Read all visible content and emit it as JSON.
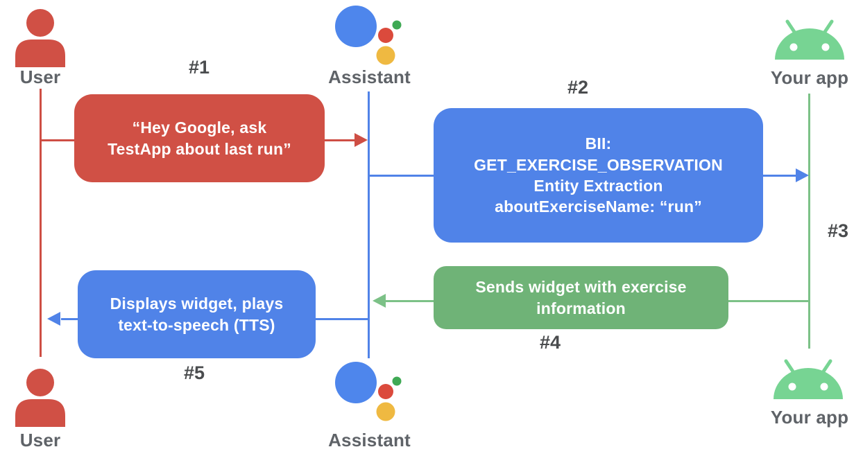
{
  "diagram": {
    "type": "sequence-diagram",
    "actors": {
      "user": {
        "label": "User",
        "icon": "person-icon",
        "color": "#d05045"
      },
      "assistant": {
        "label": "Assistant",
        "icon": "google-assistant-logo",
        "colors": {
          "blue": "#4e86ec",
          "red": "#db4a3c",
          "green": "#3fa954",
          "yellow": "#efb941"
        }
      },
      "app": {
        "label": "Your app",
        "icon": "android-robot-icon",
        "color": "#77d493"
      }
    },
    "steps": {
      "1": {
        "label": "#1",
        "message": "“Hey Google, ask\nTestApp about last run”",
        "from": "User",
        "to": "Assistant",
        "color": "#d05045"
      },
      "2": {
        "label": "#2",
        "message": "BII:\nGET_EXERCISE_OBSERVATION\nEntity Extraction\naboutExerciseName: “run”",
        "from": "Assistant",
        "to": "Your app",
        "color": "#5083e8"
      },
      "3": {
        "label": "#3",
        "message": "",
        "from": "Your app",
        "to": "Your app",
        "color": "#7cc187"
      },
      "4": {
        "label": "#4",
        "message": "Sends widget with exercise\ninformation",
        "from": "Your app",
        "to": "Assistant",
        "color": "#6fb377"
      },
      "5": {
        "label": "#5",
        "message": "Displays widget, plays\ntext-to-speech (TTS)",
        "from": "Assistant",
        "to": "User",
        "color": "#5083e8"
      }
    },
    "colors": {
      "red": "#d05045",
      "blue": "#5083e8",
      "green_box": "#6fb377",
      "green_line": "#7cc187",
      "android_green": "#77d493",
      "actor_label_gray": "#5f6368",
      "step_label_gray": "#4a4c4e",
      "message_text": "#ffffff"
    }
  }
}
